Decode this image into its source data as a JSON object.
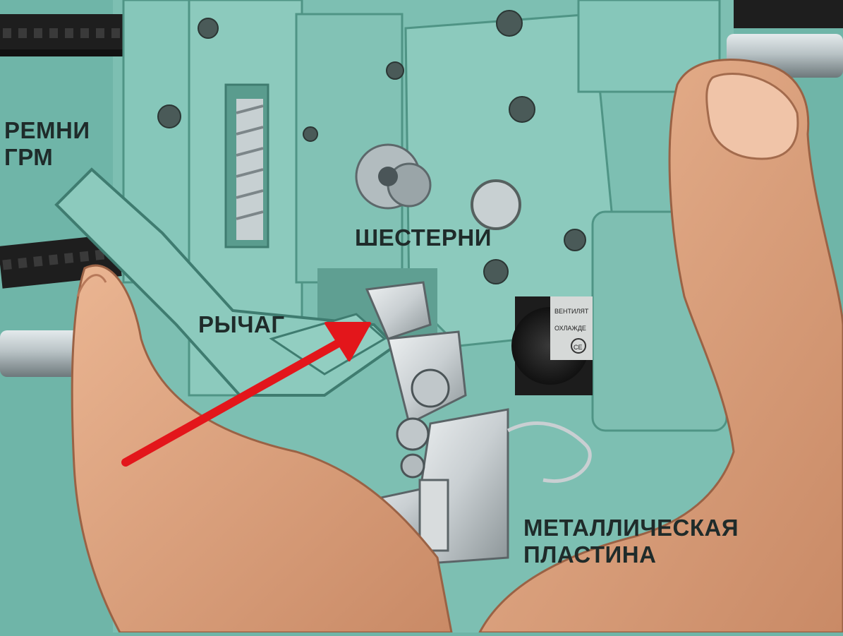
{
  "labels": {
    "belts_line1": "РЕМНИ",
    "belts_line2": "ГРМ",
    "gears": "ШЕСТЕРНИ",
    "lever": "РЫЧАГ",
    "plate_line1": "МЕТАЛЛИЧЕСКАЯ",
    "plate_line2": "ПЛАСТИНА"
  },
  "fan_label_line1": "ВЕНТИЛЯТ",
  "fan_label_line2": "ОХЛАЖДЕ",
  "fan_ce_mark": "CE",
  "colors": {
    "background": "#6fb5a8",
    "housing": "#86c7ba",
    "housing_dark": "#4f9485",
    "belt": "#1e1e1e",
    "rod": "#b9c3c6",
    "metal": "#c9cfd2",
    "skin": "#e2a682",
    "skin_shadow": "#c78562",
    "arrow": "#e3161b",
    "label_text": "#1f2b2a"
  }
}
